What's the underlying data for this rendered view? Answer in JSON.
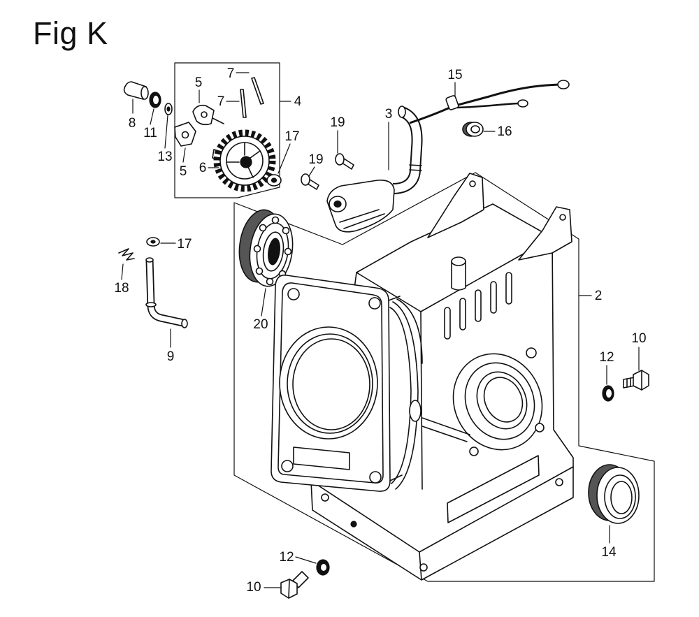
{
  "figure": {
    "title": "Fig K"
  },
  "colors": {
    "line": "#111111",
    "background": "#ffffff"
  },
  "callouts": [
    {
      "label": "7"
    },
    {
      "label": "7"
    },
    {
      "label": "5"
    },
    {
      "label": "4"
    },
    {
      "label": "8"
    },
    {
      "label": "11"
    },
    {
      "label": "13"
    },
    {
      "label": "5"
    },
    {
      "label": "6"
    },
    {
      "label": "17"
    },
    {
      "label": "3"
    },
    {
      "label": "15"
    },
    {
      "label": "16"
    },
    {
      "label": "19"
    },
    {
      "label": "19"
    },
    {
      "label": "17"
    },
    {
      "label": "18"
    },
    {
      "label": "9"
    },
    {
      "label": "20"
    },
    {
      "label": "2"
    },
    {
      "label": "10"
    },
    {
      "label": "12"
    },
    {
      "label": "14"
    },
    {
      "label": "12"
    },
    {
      "label": "10"
    }
  ]
}
